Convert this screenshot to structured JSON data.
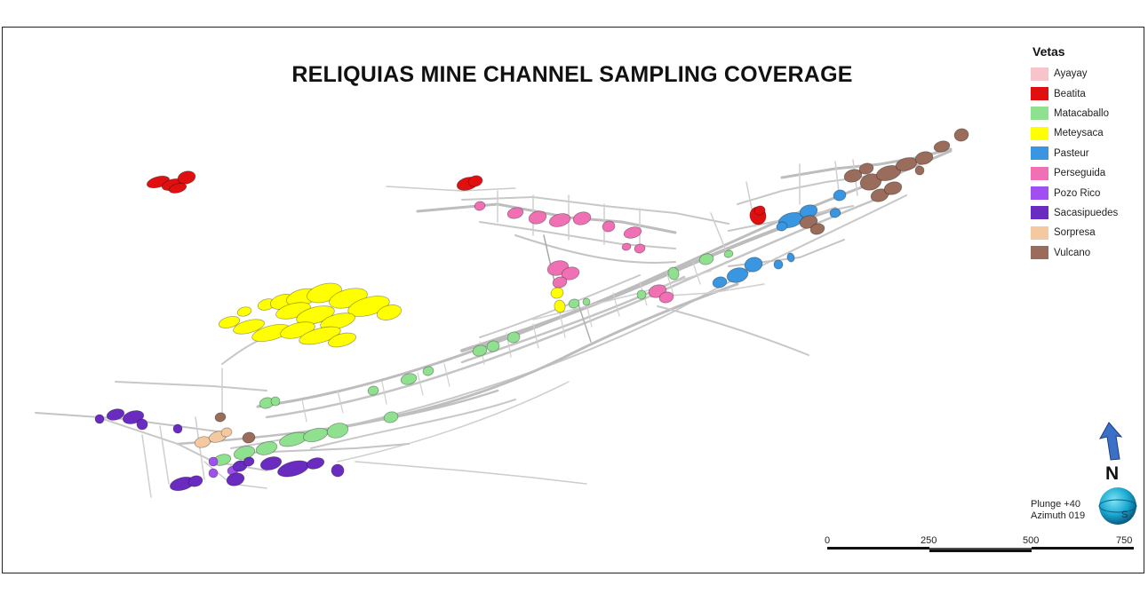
{
  "title": "RELIQUIAS MINE CHANNEL SAMPLING COVERAGE",
  "legend": {
    "title": "Vetas",
    "items": [
      {
        "label": "Ayayay",
        "color": "#f8c4cc"
      },
      {
        "label": "Beatita",
        "color": "#e01010"
      },
      {
        "label": "Matacaballo",
        "color": "#8fe08f"
      },
      {
        "label": "Meteysaca",
        "color": "#ffff00"
      },
      {
        "label": "Pasteur",
        "color": "#3a96e0"
      },
      {
        "label": "Perseguida",
        "color": "#f070b4"
      },
      {
        "label": "Pozo Rico",
        "color": "#a050f0"
      },
      {
        "label": "Sacasipuedes",
        "color": "#6a2cc0"
      },
      {
        "label": "Sorpresa",
        "color": "#f5c9a0"
      },
      {
        "label": "Vulcano",
        "color": "#9a6c5c"
      }
    ]
  },
  "view": {
    "plunge": "Plunge +40",
    "azimuth": "Azimuth 019"
  },
  "north": {
    "label": "N",
    "arrow_color": "#3a70c8",
    "compass_color": "#1aa8d0",
    "compass_label": "S"
  },
  "scale_bar": {
    "ticks": [
      "0",
      "250",
      "500",
      "750"
    ]
  },
  "colors": {
    "workings": "#bdbdbd"
  }
}
